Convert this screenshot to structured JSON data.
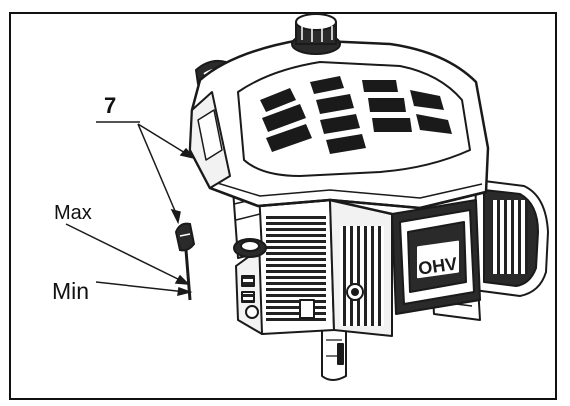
{
  "figure": {
    "callout_number": "7",
    "label_max": "Max",
    "label_min": "Min",
    "engine_badge": "OHV"
  },
  "colors": {
    "line": "#1a1a1a",
    "fill_light": "#f2f2f2",
    "fill_dark": "#2a2a2a",
    "background": "#ffffff"
  },
  "icons": {
    "engine": "engine-illustration-icon",
    "dipstick": "dipstick-icon"
  }
}
